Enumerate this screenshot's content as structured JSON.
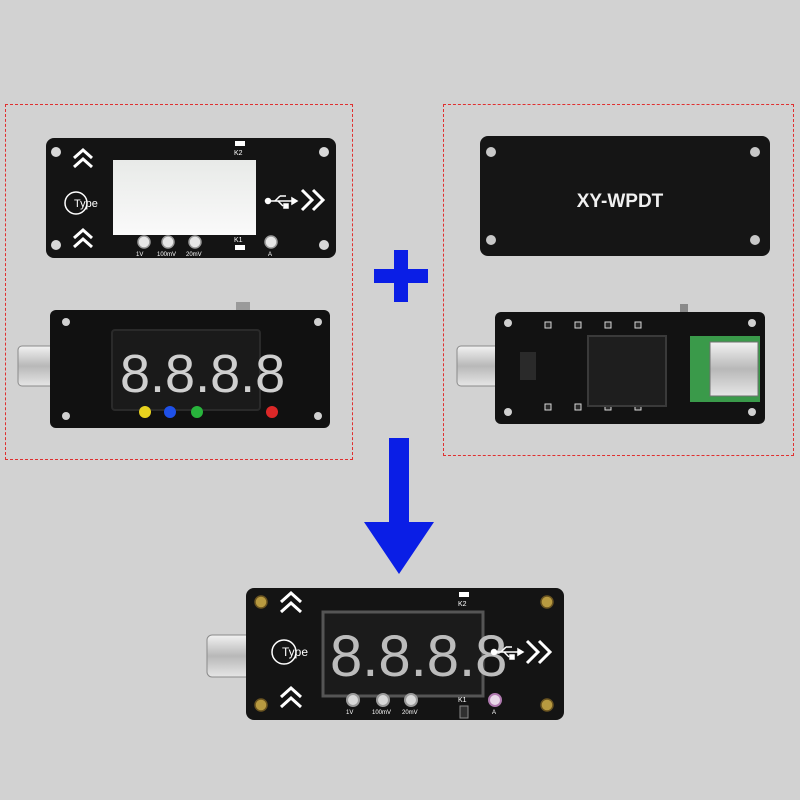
{
  "colors": {
    "background": "#d2d2d2",
    "dashed_border": "#e03030",
    "arrow_blue": "#0a1ee6",
    "board": "#141414",
    "led_yellow": "#e8d21e",
    "led_blue": "#1e50e8",
    "led_green": "#28b43c",
    "led_red": "#dc2828",
    "pcb_green": "#3a9a4a"
  },
  "top_left_panel": {
    "board_top": {
      "button_k2": "K2",
      "button_k1": "K1",
      "logo_text": "Type",
      "range_labels": [
        "1V",
        "100mV",
        "20mV"
      ],
      "unit_label": "A"
    },
    "display": {
      "digits": "8.8.8.8"
    }
  },
  "top_right_panel": {
    "cover_label": "XY-WPDT"
  },
  "result": {
    "button_k2": "K2",
    "button_k1": "K1",
    "logo_text": "Type",
    "range_labels": [
      "1V",
      "100mV",
      "20mV"
    ],
    "unit_label": "A",
    "digits": "8.8.8.8"
  },
  "icons": {
    "plus": "plus-icon",
    "down_arrow": "arrow-down-icon",
    "chevrons_up": "chevron-up-icon",
    "chevrons_right": "chevron-right-icon",
    "usb": "usb-icon"
  }
}
